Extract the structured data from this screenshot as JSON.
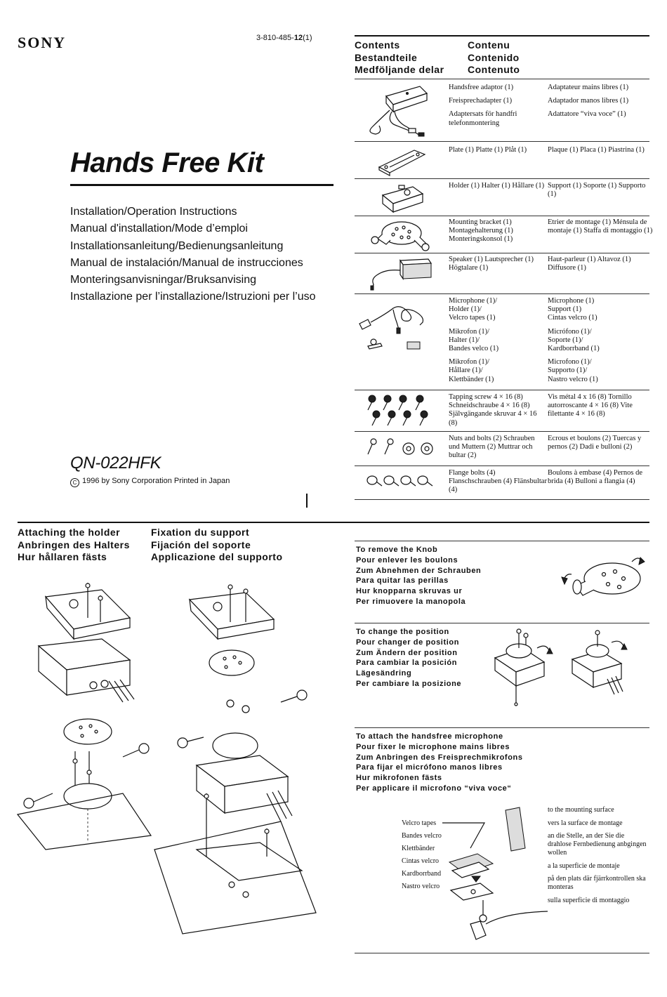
{
  "header": {
    "brand": "SONY",
    "part_number_prefix": "3-810-485-",
    "part_number_bold": "12",
    "part_number_suffix": "(1)"
  },
  "title": "Hands Free Kit",
  "manual_titles": [
    "Installation/Operation Instructions",
    "Manual d'installation/Mode d’emploi",
    "Installationsanleitung/Bedienungsanleitung",
    "Manual de instalación/Manual de instrucciones",
    "Monteringsanvisningar/Bruksanvising",
    "Installazione per l’installazione/Istruzioni per l’uso"
  ],
  "model": "QN-022HFK",
  "copyright": {
    "symbol": "C",
    "text": "1996 by Sony Corporation   Printed in Japan"
  },
  "contents": {
    "headings_left": [
      "Contents",
      "Bestandteile",
      "Medföljande delar"
    ],
    "headings_right": [
      "Contenu",
      "Contenido",
      "Contenuto"
    ],
    "items": [
      {
        "icon": "adaptor-icon",
        "left": [
          "Handsfree adaptor (1)",
          "Freisprechadapter (1)",
          "Adaptersats för handfri\ntelefonmontering"
        ],
        "right": [
          "Adaptateur mains libres (1)",
          "Adaptador manos libres (1)",
          "Adattatore “viva voce” (1)"
        ]
      },
      {
        "icon": "plate-icon",
        "left": [
          "Plate (1)\nPlatte (1)\nPlåt (1)"
        ],
        "right": [
          "Plaque (1)\nPlaca (1)\nPiastrina (1)"
        ]
      },
      {
        "icon": "holder-icon",
        "left": [
          "Holder (1)\nHalter (1)\nHållare (1)"
        ],
        "right": [
          "Support (1)\nSoporte (1)\nSupporto (1)"
        ]
      },
      {
        "icon": "mounting-bracket-icon",
        "left": [
          "Mounting bracket (1)\nMontagehalterung (1)\nMonteringskonsol (1)"
        ],
        "right": [
          "Etrier de montage (1)\nMénsula de montaje (1)\nStaffa di montaggio (1)"
        ]
      },
      {
        "icon": "speaker-icon",
        "left": [
          "Speaker (1)\nLautsprecher (1)\nHögtalare (1)"
        ],
        "right": [
          "Haut-parleur (1)\nAltavoz (1)\nDiffusore (1)"
        ]
      },
      {
        "icon": "microphone-icon",
        "left": [
          "Microphone (1)/\nHolder (1)/\nVelcro tapes (1)",
          "Mikrofon (1)/\nHalter (1)/\nBandes velco (1)",
          "Mikrofon (1)/\nHållare (1)/\nKlettbänder (1)"
        ],
        "right": [
          "Microphone (1)\nSupport (1)\nCintas velcro (1)",
          "Micrófono (1)/\nSoporte (1)/\nKardborrband (1)",
          "Microfono (1)/\nSupporto (1)/\nNastro velcro (1)"
        ]
      },
      {
        "icon": "tapping-screw-icon",
        "left": [
          "Tapping screw 4 × 16 (8)\nSchneidschraube 4 × 16 (8)\nSjälvgängande skruvar\n4 × 16 (8)"
        ],
        "right": [
          "Vis métal 4 x 16 (8)\nTornillo autorroscante 4 × 16 (8)\nVite filettante 4 × 16 (8)"
        ]
      },
      {
        "icon": "nuts-bolts-icon",
        "left": [
          "Nuts and bolts (2)\nSchrauben und Muttern (2)\nMuttrar och bultar (2)"
        ],
        "right": [
          "Ecrous et boulons (2)\nTuercas y pernos (2)\nDadi e bulloni (2)"
        ]
      },
      {
        "icon": "flange-bolt-icon",
        "left": [
          "Flange bolts (4)\nFlanschschrauben (4)\nFlänsbultar (4)"
        ],
        "right": [
          "Boulons à embase (4)\nPernos de brida (4)\nBulloni a flangia (4)"
        ]
      }
    ]
  },
  "attaching": {
    "headings_left": [
      "Attaching the holder",
      "Anbringen des Halters",
      "Hur hållaren fästs"
    ],
    "headings_right": [
      "Fixation du support",
      "Fijación del soporte",
      "Applicazione del supporto"
    ]
  },
  "remove_knob": [
    "To remove the Knob",
    "Pour enlever les boulons",
    "Zum Abnehmen der Schrauben",
    "Para quitar las perillas",
    "Hur knopparna skruvas ur",
    "Per rimuovere la manopola"
  ],
  "change_position": [
    "To change the position",
    "Pour changer de position",
    "Zum Ändern der position",
    "Para cambiar la posición",
    "Lägesändring",
    "Per cambiare la posizione"
  ],
  "attach_mic": [
    "To attach the handsfree microphone",
    "Pour fixer le microphone mains libres",
    "Zum Anbringen des Freisprechmikrofons",
    "Para fijar el micrófono manos libres",
    "Hur mikrofonen fästs",
    "Per applicare il microfono “viva voce“"
  ],
  "velcro_labels": [
    "Velcro tapes",
    "Bandes velcro",
    "Klettbänder",
    "Cintas velcro",
    "Kardborrband",
    "Nastro velcro"
  ],
  "surface_labels": [
    "to the mounting surface",
    "vers la surface de montage",
    "an die Stelle, an der Sie die drahlose Fernbedienung anbgingen wollen",
    "a la superficie de montaje",
    "på den plats där fjärrkontrollen ska monteras",
    "sulla superficie di montaggio"
  ]
}
